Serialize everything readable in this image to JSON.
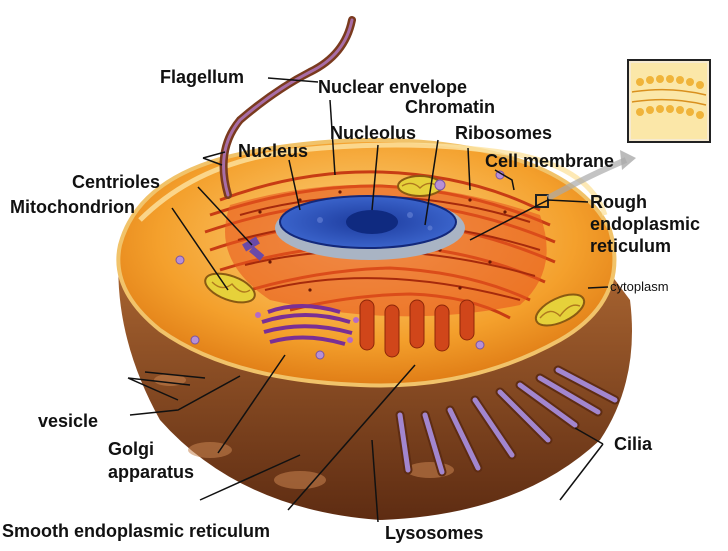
{
  "labels": {
    "flagellum": "Flagellum",
    "nuclear_envelope": "Nuclear envelope",
    "chromatin": "Chromatin",
    "nucleolus": "Nucleolus",
    "ribosomes": "Ribosomes",
    "nucleus": "Nucleus",
    "cell_membrane": "Cell membrane",
    "centrioles": "Centrioles",
    "mitochondrion": "Mitochondrion",
    "rough_er_line1": "Rough",
    "rough_er_line2": "endoplasmic",
    "rough_er_line3": "reticulum",
    "cytoplasm": "cytoplasm",
    "vesicle": "vesicle",
    "golgi_line1": "Golgi",
    "golgi_line2": "apparatus",
    "cilia": "Cilia",
    "smooth_er": "Smooth endoplasmic reticulum",
    "lysosomes": "Lysosomes"
  },
  "colors": {
    "cytoplasm": "#f6a531",
    "cytoplasm_light": "#fbd07a",
    "cell_body": "#8a4a22",
    "rough_er": "#d94a1a",
    "nucleus": "#2a4fb5",
    "golgi": "#8a3fa0",
    "cilia": "#9a7ac0",
    "mitochondrion": "#e6d13a",
    "flagellum": "#7a3a1e"
  }
}
